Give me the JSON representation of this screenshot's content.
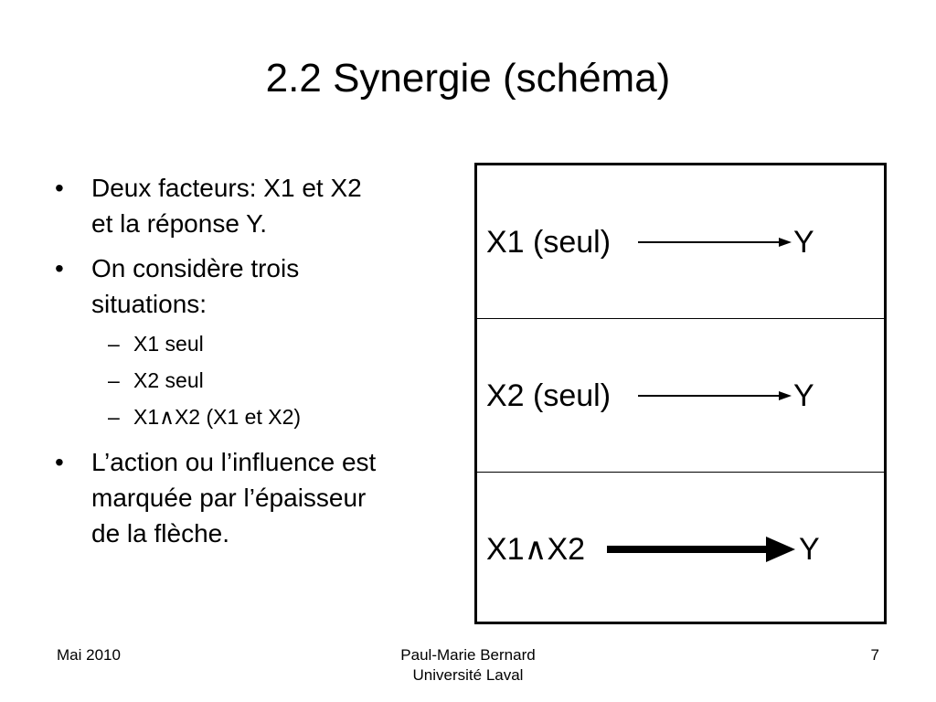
{
  "slide": {
    "title": "2.2 Synergie (schéma)",
    "bullets": [
      {
        "text_lines": [
          "Deux facteurs: X1 et X2",
          "et la réponse Y."
        ]
      },
      {
        "text_lines": [
          "On considère trois",
          "situations:"
        ],
        "sub_items": [
          "X1 seul",
          "X2 seul",
          "X1∧X2 (X1 et X2)"
        ]
      },
      {
        "text_lines": [
          "L’action ou l’influence est",
          "marquée par l’épaisseur",
          "de la flèche."
        ]
      }
    ],
    "bullet_symbol": "•",
    "sub_bullet_symbol": "–",
    "diagram": {
      "rows": [
        {
          "left": "X1 (seul)",
          "right": "Y",
          "arrow": "thin"
        },
        {
          "left": "X2 (seul)",
          "right": "Y",
          "arrow": "thin"
        },
        {
          "left": "X1∧X2",
          "right": "Y",
          "arrow": "thick"
        }
      ]
    },
    "footer": {
      "left": "Mai 2010",
      "center_lines": [
        "Paul-Marie Bernard",
        "Université Laval"
      ],
      "page_number": "7"
    }
  }
}
